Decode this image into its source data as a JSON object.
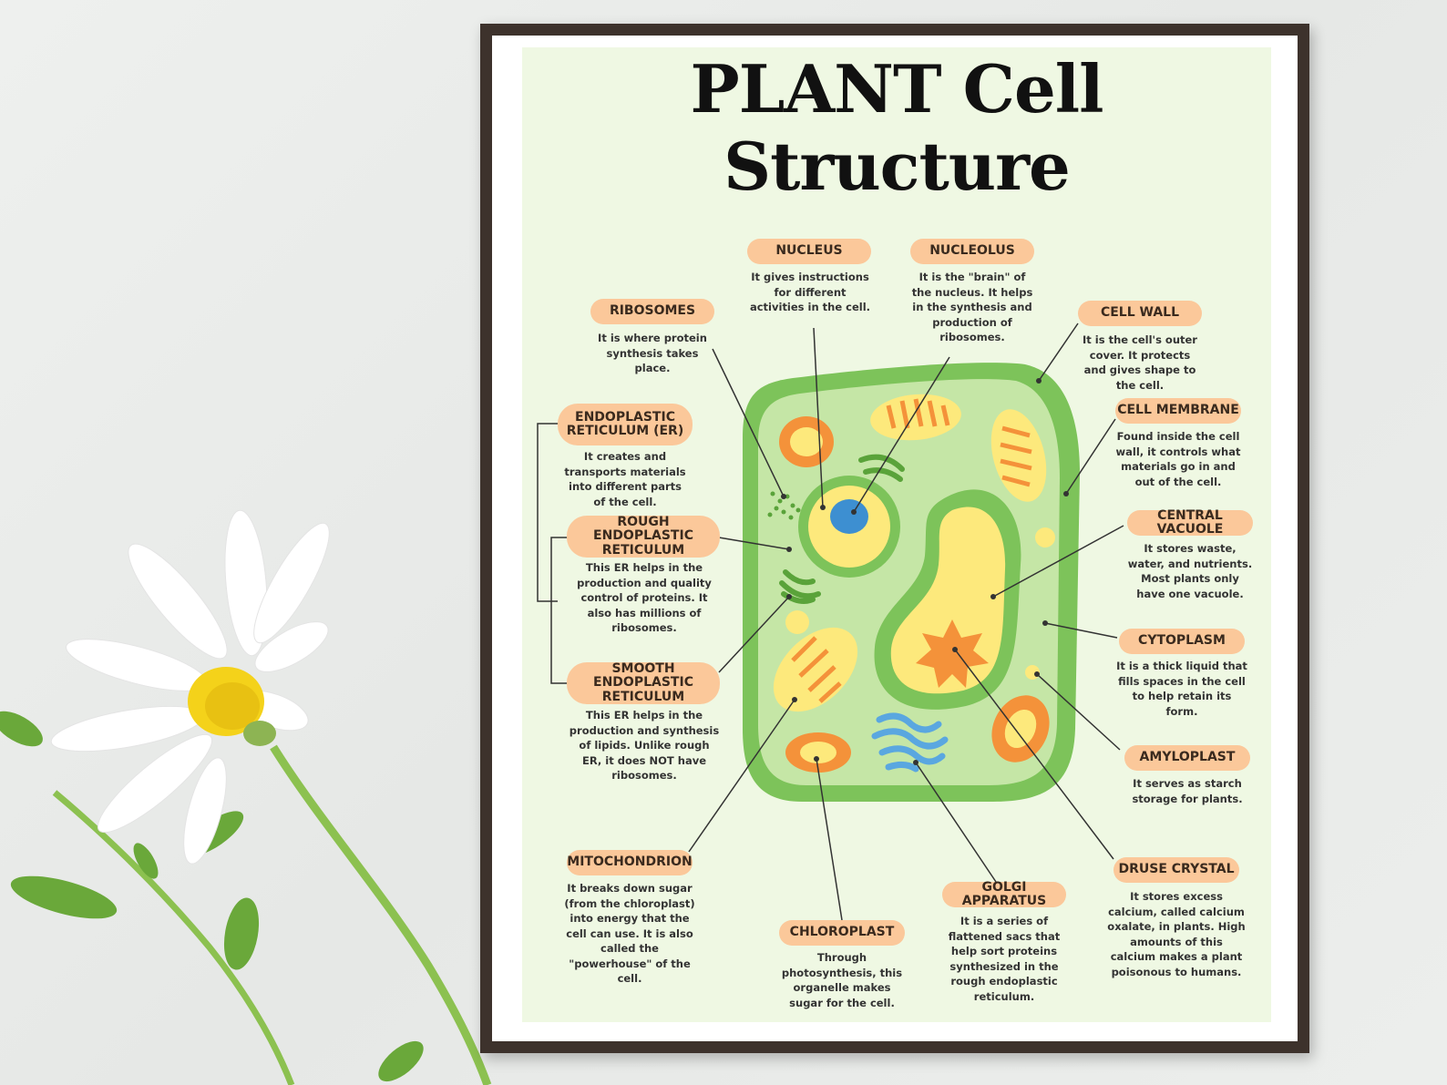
{
  "poster": {
    "title": "PLANT Cell Structure"
  },
  "labels": {
    "nucleus": {
      "title": "NUCLEUS",
      "text": "It gives instructions for different activities in the cell."
    },
    "nucleolus": {
      "title": "NUCLEOLUS",
      "text": "It is the \"brain\" of the nucleus. It helps in the synthesis and production of ribosomes."
    },
    "ribosomes": {
      "title": "RIBOSOMES",
      "text": "It is where protein synthesis takes place."
    },
    "cell_wall": {
      "title": "CELL WALL",
      "text": "It is the cell's outer cover. It protects and gives shape to the cell."
    },
    "endoplastic_reticulum": {
      "title": "ENDOPLASTIC RETICULUM (ER)",
      "text": "It creates and transports materials into different parts of the cell."
    },
    "cell_membrane": {
      "title": "CELL MEMBRANE",
      "text": "Found inside the cell wall, it controls what materials go in and out of the cell."
    },
    "rough_er": {
      "title": "ROUGH ENDOPLASTIC RETICULUM",
      "text": "This ER helps in the production and quality control of proteins. It also has millions of ribosomes."
    },
    "central_vacuole": {
      "title": "CENTRAL VACUOLE",
      "text": "It stores waste, water, and nutrients. Most plants only have one vacuole."
    },
    "cytoplasm": {
      "title": "CYTOPLASM",
      "text": "It is a thick liquid that fills spaces in the cell to help retain its form."
    },
    "smooth_er": {
      "title": "SMOOTH ENDOPLASTIC RETICULUM",
      "text": "This ER helps in the production and synthesis of lipids. Unlike rough ER, it does NOT have ribosomes."
    },
    "amyloplast": {
      "title": "AMYLOPLAST",
      "text": "It serves as starch storage for plants."
    },
    "mitochondrion": {
      "title": "MITOCHONDRION",
      "text": "It breaks down sugar (from the chloroplast) into energy that the cell can use. It is also called the \"powerhouse\" of the cell."
    },
    "golgi_apparatus": {
      "title": "GOLGI APPARATUS",
      "text": "It is a series of flattened sacs that help sort proteins synthesized in the rough endoplastic reticulum."
    },
    "druse_crystal": {
      "title": "DRUSE CRYSTAL",
      "text": "It stores excess calcium, called calcium oxalate, in plants. High amounts of this calcium makes a plant poisonous to humans."
    },
    "chloroplast": {
      "title": "CHLOROPLAST",
      "text": "Through photosynthesis, this organelle makes sugar for the cell."
    }
  },
  "colors": {
    "poster_bg": "#eff8e3",
    "pill": "#fbc89a",
    "cell_wall": "#7dc35a",
    "cytoplasm": "#c5e6a6",
    "yellow": "#fde97c",
    "orange": "#f4923a",
    "nucleolus": "#3d8fd1",
    "golgi": "#5aa7e0",
    "frame": "#3d322c"
  }
}
